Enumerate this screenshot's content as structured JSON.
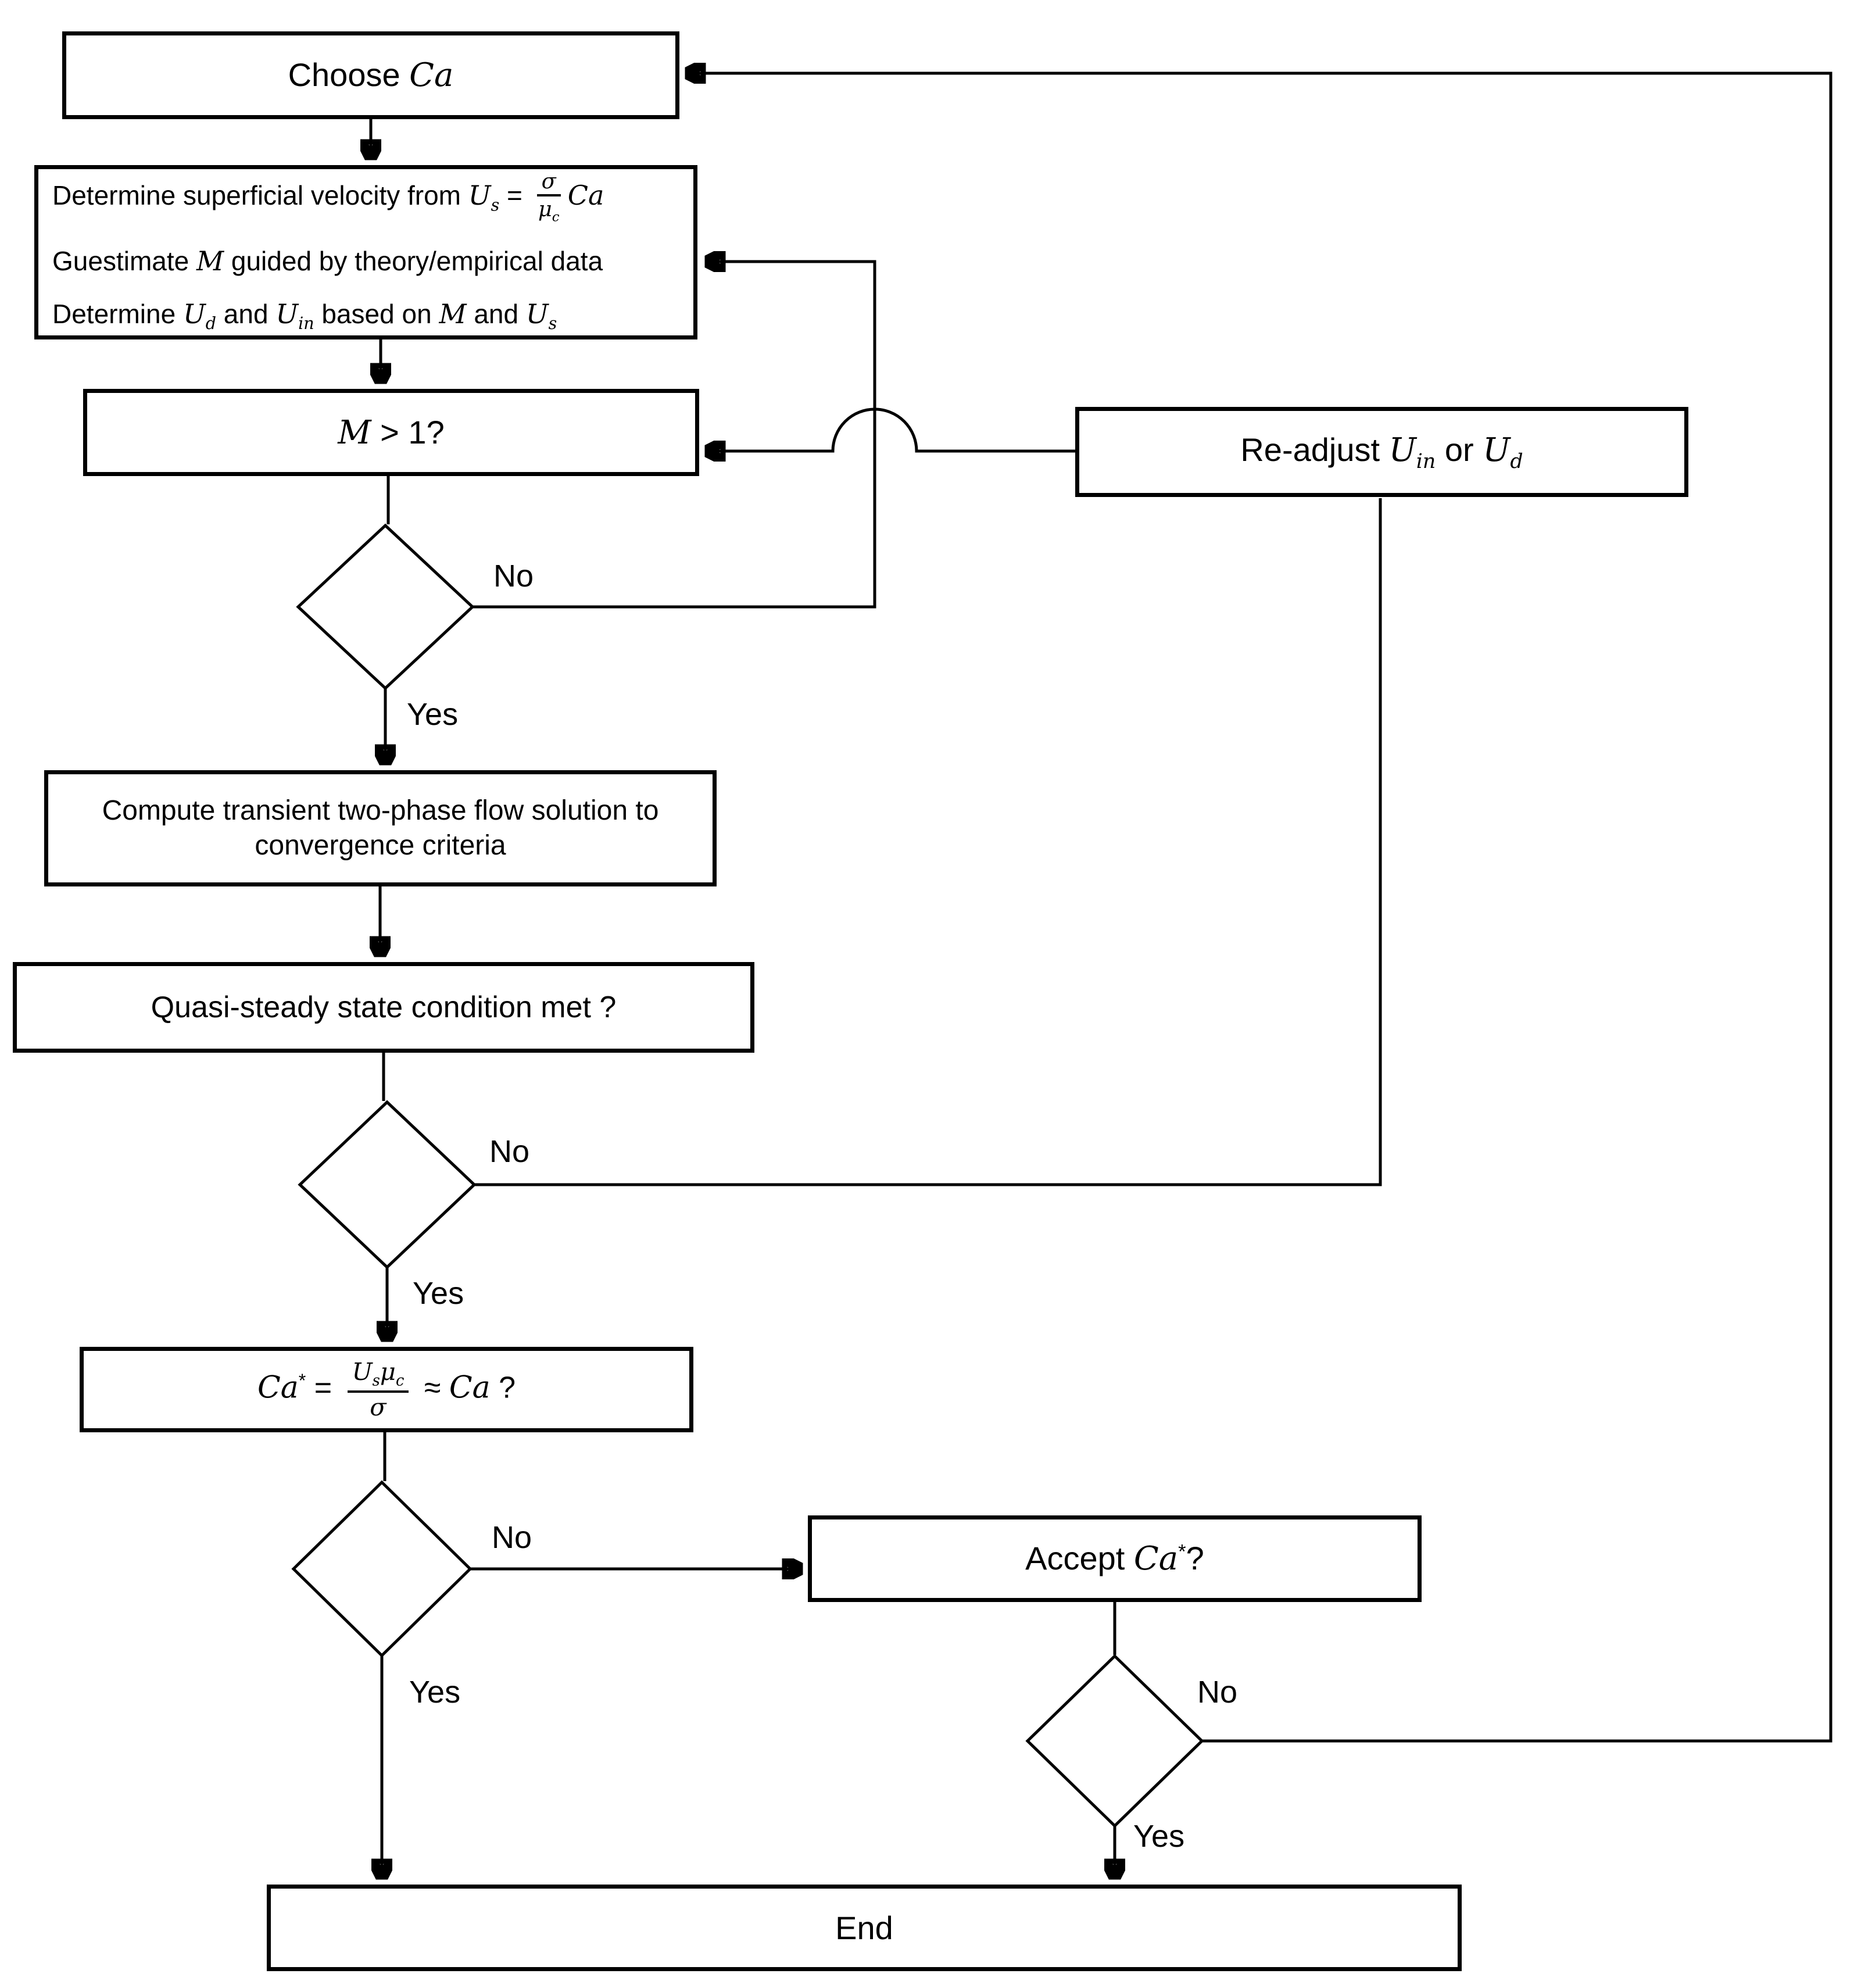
{
  "nodes": {
    "choose": {
      "t1": "Choose ",
      "var1": "Ca"
    },
    "determine": {
      "l1": {
        "t1": "Determine superficial velocity from ",
        "u": "U",
        "s": "s",
        "eq": " = ",
        "num": "σ",
        "mu": "μ",
        "c": "c",
        "ca": "Ca"
      },
      "l2": {
        "t1": "Guestimate ",
        "m": "M",
        "t2": " guided by theory/empirical data"
      },
      "l3": {
        "t1": "Determine ",
        "u1": "U",
        "d": "d",
        "t2": " and ",
        "u2": "U",
        "in": "in",
        "t3": " based on ",
        "m": "M",
        "t4": " and ",
        "u3": "U",
        "s": "s"
      }
    },
    "m_gt_1": {
      "m": "M",
      "t1": " > 1?"
    },
    "compute": {
      "t1": "Compute transient two-phase flow solution to convergence criteria"
    },
    "quasi": {
      "t1": "Quasi-steady state condition met ?"
    },
    "re_adjust": {
      "t1": "Re-adjust ",
      "u1": "U",
      "in": "in",
      "t2": " or ",
      "u2": "U",
      "d": "d"
    },
    "ca_star": {
      "ca1": "Ca",
      "star": "*",
      "eq": " = ",
      "num_u": "U",
      "num_s": "s",
      "num_mu": "μ",
      "num_c": "c",
      "den": "σ",
      "approx": " ≈ ",
      "ca2": "Ca",
      "q": " ?"
    },
    "accept": {
      "t1": "Accept ",
      "ca": "Ca",
      "star": "*",
      "q": "?"
    },
    "end": {
      "t1": "End"
    }
  },
  "edge_labels": {
    "m_no": "No",
    "m_yes": "Yes",
    "quasi_no": "No",
    "quasi_yes": "Yes",
    "castar_no": "No",
    "castar_yes": "Yes",
    "accept_no": "No",
    "accept_yes": "Yes"
  },
  "colors": {
    "stroke": "#000000",
    "background": "#ffffff"
  }
}
